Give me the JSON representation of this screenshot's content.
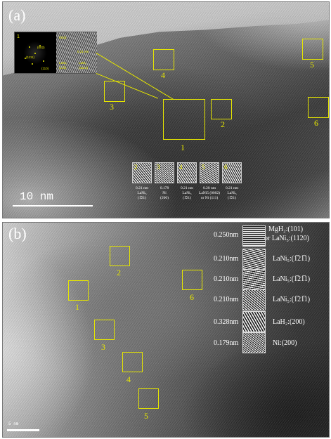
{
  "panel_a": {
    "label": "(a)",
    "scale_bar": "10 nm",
    "inset": {
      "number": "1",
      "fft_labels": [
        "(002)",
        "(1111)",
        "(110)"
      ],
      "hr_labels": [
        "(002)",
        "0.21 nm",
        "LaNi₅",
        "(12̅1)",
        "LaNi₅",
        "(3121)"
      ]
    },
    "boxes": [
      "1",
      "2",
      "3",
      "4",
      "5",
      "6"
    ],
    "strip": [
      {
        "num": "2",
        "d": "0.21 nm",
        "phase": "LaNi₅",
        "plane": "(1̅21)"
      },
      {
        "num": "3",
        "d": "0.178",
        "phase": "Ni",
        "plane": "(200)"
      },
      {
        "num": "4",
        "d": "0.21 nm",
        "phase": "LaNi₅",
        "plane": "(1̅21)"
      },
      {
        "num": "5",
        "d": "0.20 nm",
        "phase": "LaNi5 (0002)",
        "plane": "or Ni (111)"
      },
      {
        "num": "6",
        "d": "0.21 nm",
        "phase": "LaNi₅",
        "plane": "(1̅21)"
      }
    ]
  },
  "panel_b": {
    "label": "(b)",
    "scale_bar": "5 nm",
    "boxes": [
      "1",
      "2",
      "3",
      "4",
      "5",
      "6"
    ],
    "fringes": [
      {
        "d": "0.250nm",
        "phase": "MgH₂:(101)",
        "phase2": "or LaNi₅:(1120)"
      },
      {
        "d": "0.210nm",
        "phase": "LaNi₅:(1̅21̅1)"
      },
      {
        "d": "0.210nm",
        "phase": "LaNi₅:(1̅21̅1)"
      },
      {
        "d": "0.210nm",
        "phase": "LaNi₅:(1̅21̅1)"
      },
      {
        "d": "0.328nm",
        "phase": "LaH₂:(200)"
      },
      {
        "d": "0.179nm",
        "phase": "Ni:(200)"
      }
    ]
  },
  "colors": {
    "annotation": "#e6e600",
    "text": "#ffffff"
  }
}
